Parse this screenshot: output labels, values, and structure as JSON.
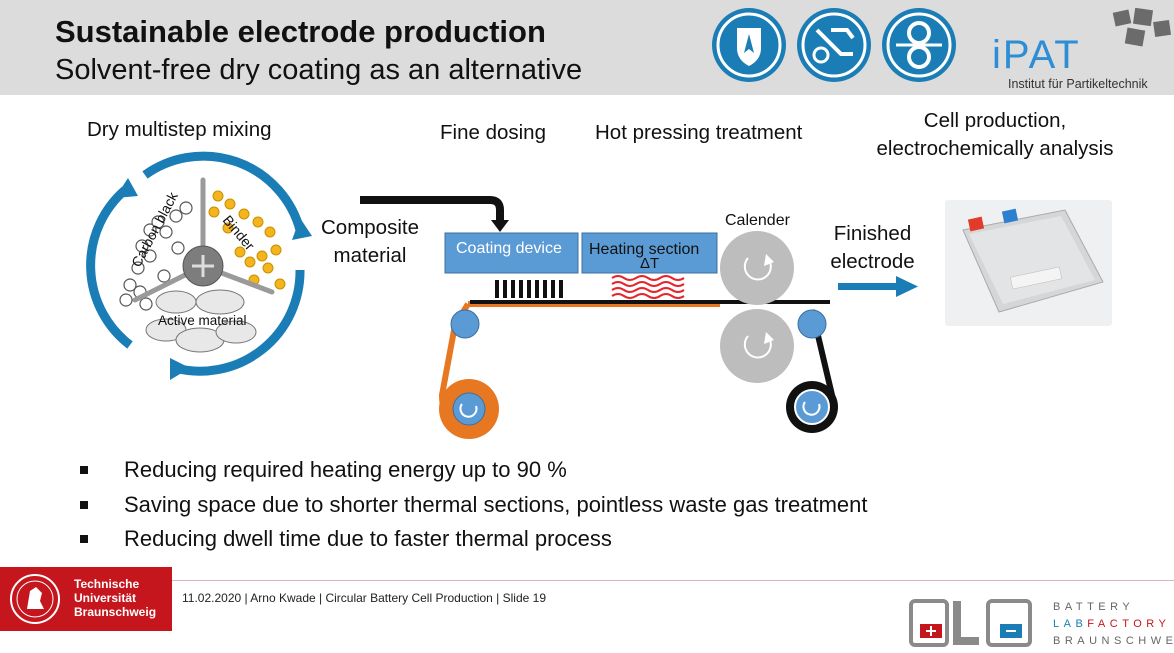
{
  "header": {
    "title": "Sustainable electrode production",
    "subtitle": "Solvent-free dry coating as an alternative",
    "institute_logo_text": "iPAT",
    "institute_name": "Institut für Partikeltechnik"
  },
  "diagram": {
    "step_mixing": "Dry multistep mixing",
    "step_dosing": "Fine dosing",
    "step_pressing": "Hot pressing treatment",
    "step_cell_line1": "Cell production,",
    "step_cell_line2": "electrochemically analysis",
    "mixer_carbon_black": "Carbon black",
    "mixer_binder": "Binder",
    "mixer_active_material": "Active material",
    "composite_line1": "Composite",
    "composite_line2": "material",
    "coating_device": "Coating device",
    "heating_section": "Heating section",
    "delta_t": "ΔT",
    "calender": "Calender",
    "finished_line1": "Finished",
    "finished_line2": "electrode",
    "colors": {
      "accent_blue": "#1a7db6",
      "box_blue": "#5b9bd5",
      "substrate_orange": "#e87722",
      "heat_red": "#e4262c",
      "roller_grey": "#bdbdbd"
    }
  },
  "bullets": [
    "Reducing required heating energy up to 90 %",
    "Saving space due to shorter thermal sections, pointless waste gas treatment",
    "Reducing dwell time due to faster thermal process"
  ],
  "footer": {
    "university_line1": "Technische",
    "university_line2": "Universität",
    "university_line3": "Braunschweig",
    "info": "11.02.2020 | Arno Kwade | Circular Battery Cell Production | Slide 19",
    "blb_line1": "BATTERY",
    "blb_line2_a": "LAB",
    "blb_line2_b": "FACTORY",
    "blb_line3": "BRAUNSCHWEIG"
  }
}
